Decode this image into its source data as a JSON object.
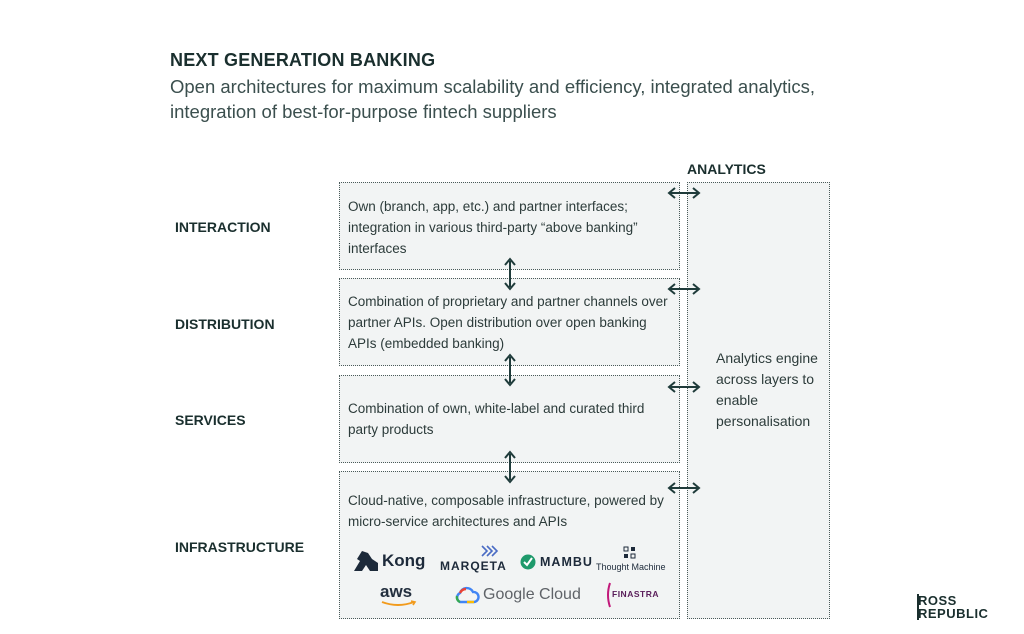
{
  "header": {
    "title": "NEXT GENERATION BANKING",
    "subtitle": "Open architectures for maximum scalability and efficiency, integrated analytics, integration of best-for-purpose fintech suppliers"
  },
  "layers": [
    {
      "label": "INTERACTION",
      "text": "Own (branch, app, etc.) and partner interfaces; integration in various third-party “above banking” interfaces"
    },
    {
      "label": "DISTRIBUTION",
      "text": "Combination of proprietary and partner channels over partner APIs. Open distribution over open banking APIs (embedded banking)"
    },
    {
      "label": "SERVICES",
      "text": "Combination of own, white-label and curated third party products"
    },
    {
      "label": "INFRASTRUCTURE",
      "text": "Cloud-native, composable infrastructure, powered by micro-service architectures and APIs"
    }
  ],
  "analytics": {
    "title": "ANALYTICS",
    "text": "Analytics engine across layers to enable personalisation"
  },
  "logos": {
    "kong": "Kong",
    "marqeta": "MARQETA",
    "mambu": "MAMBU",
    "thought_machine": "Thought Machine",
    "aws": "aws",
    "google_cloud": "Google Cloud",
    "finastra": "FINASTRA"
  },
  "brand": {
    "line1": "ROSS",
    "line2": "REPUBLIC"
  },
  "colors": {
    "box_fill": "#f2f4f4",
    "border": "#4a5a59",
    "arrow": "#1f3b3a",
    "text": "#1a2f2e"
  }
}
